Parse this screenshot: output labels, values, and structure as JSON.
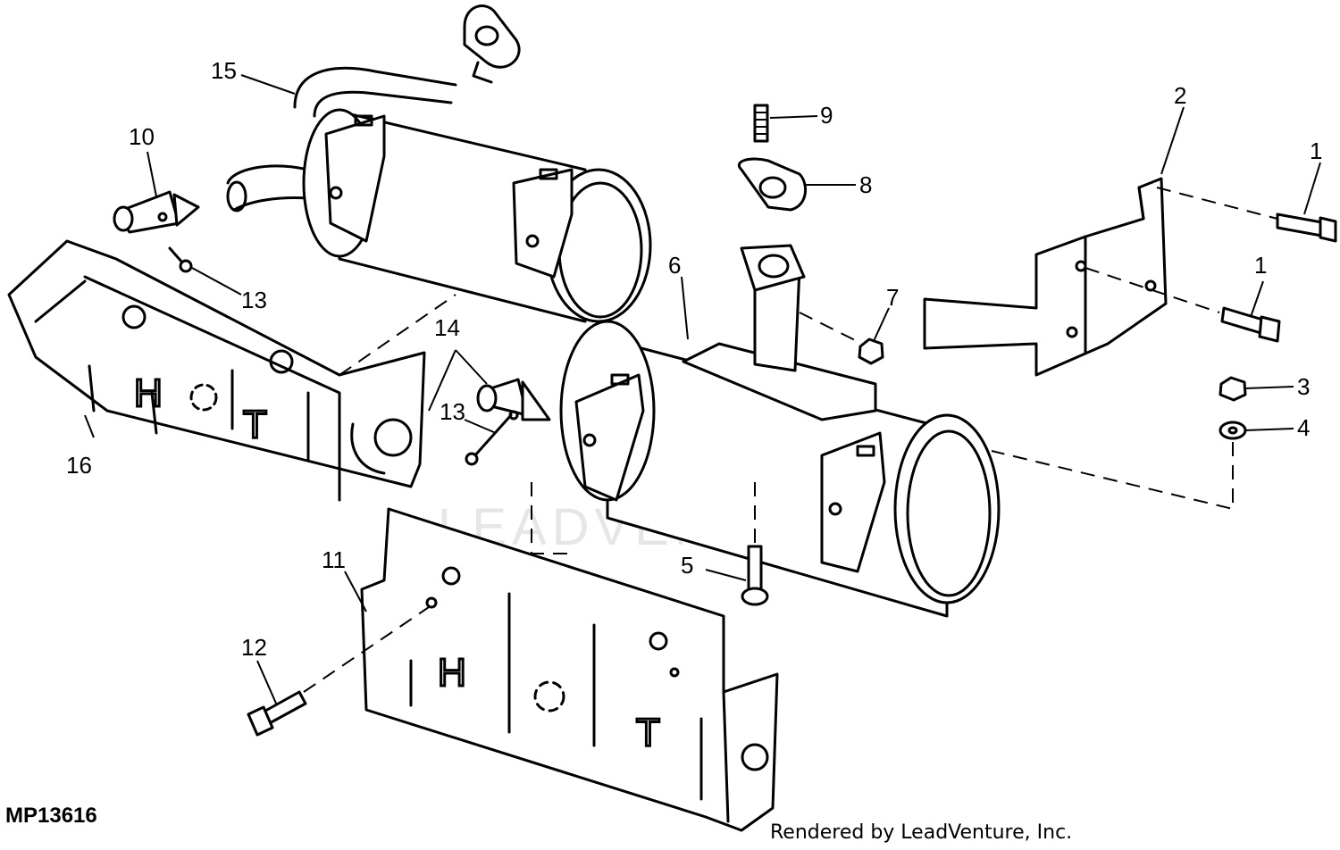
{
  "diagram": {
    "figure_id": "MP13616",
    "credit": "Rendered by LeadVenture, Inc.",
    "watermark": "LEADVENTURE",
    "stencil_letters": [
      "H",
      "T"
    ],
    "callouts": [
      "1",
      "1",
      "2",
      "3",
      "4",
      "5",
      "6",
      "7",
      "8",
      "9",
      "10",
      "11",
      "12",
      "13",
      "13",
      "14",
      "15",
      "16"
    ]
  }
}
